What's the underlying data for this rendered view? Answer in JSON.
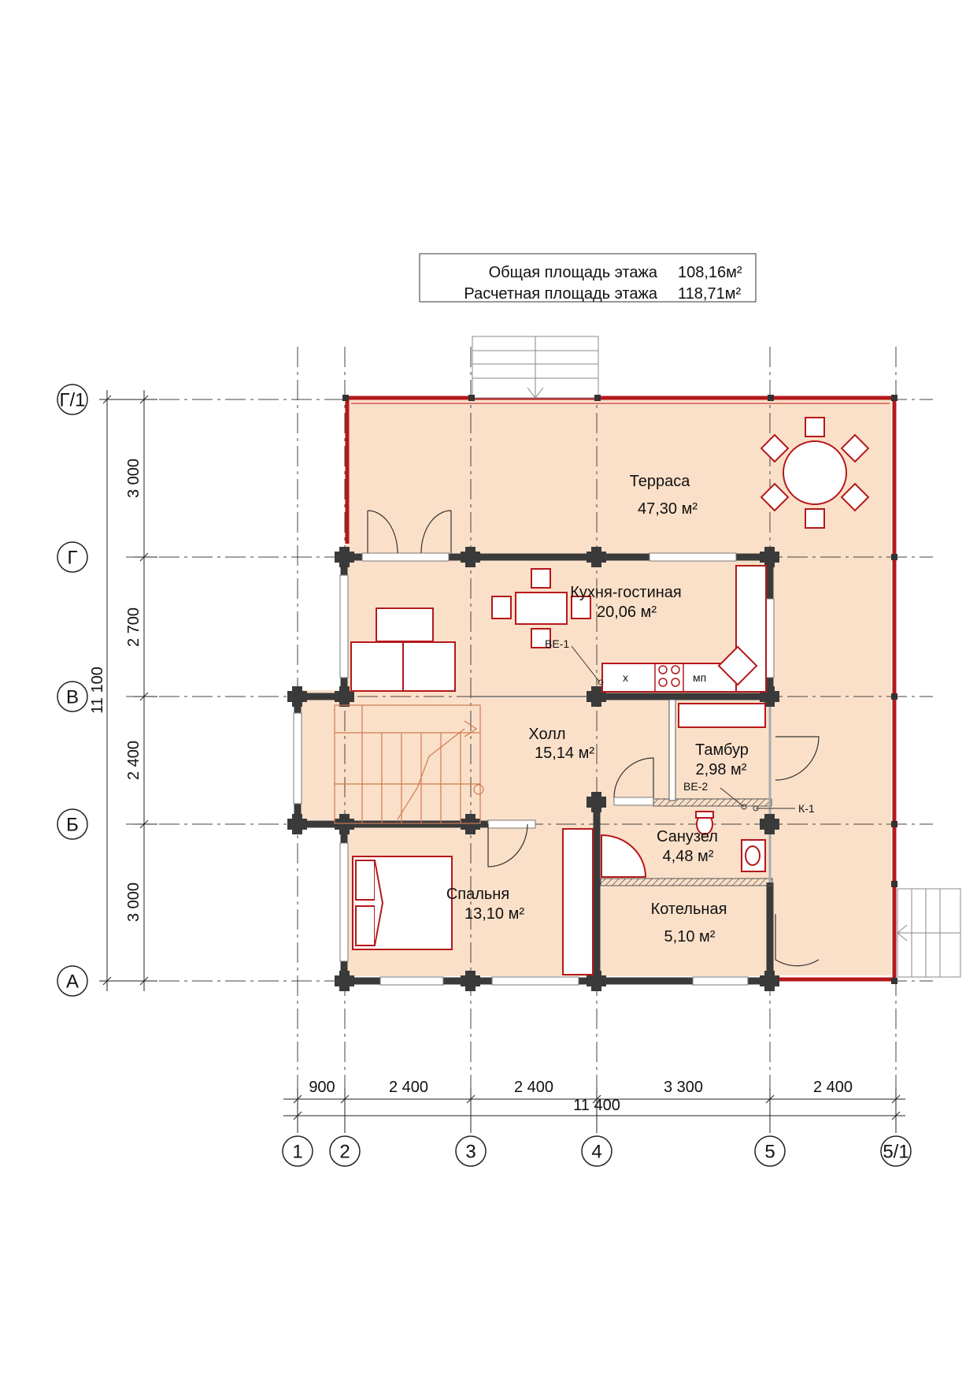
{
  "info": {
    "total_label": "Общая площадь этажа",
    "total_value": "108,16м²",
    "calc_label": "Расчетная площадь этажа",
    "calc_value": "118,71м²"
  },
  "rooms": {
    "terrace": {
      "name": "Терраса",
      "area": "47,30 м²"
    },
    "kitchen": {
      "name": "Кухня-гостиная",
      "area": "20,06 м²"
    },
    "hall": {
      "name": "Холл",
      "area": "15,14 м²"
    },
    "vestibule": {
      "name": "Тамбур",
      "area": "2,98 м²"
    },
    "bathroom": {
      "name": "Санузел",
      "area": "4,48 м²"
    },
    "bedroom": {
      "name": "Спальня",
      "area": "13,10 м²"
    },
    "boiler": {
      "name": "Котельная",
      "area": "5,10 м²"
    }
  },
  "markers": {
    "be1": "ВЕ-1",
    "be2": "ВЕ-2",
    "k1": "К-1",
    "stove": "мп",
    "fridge": "х"
  },
  "axes": {
    "vertical": [
      "1",
      "2",
      "3",
      "4",
      "5",
      "5/1"
    ],
    "horizontal": [
      "Г/1",
      "Г",
      "В",
      "Б",
      "А"
    ]
  },
  "dims": {
    "bottom": [
      "900",
      "2 400",
      "2 400",
      "3 300",
      "2 400"
    ],
    "bottom_total": "11 400",
    "left": [
      "3 000",
      "2 700",
      "2 400",
      "3 000"
    ],
    "left_total": "11 100"
  }
}
